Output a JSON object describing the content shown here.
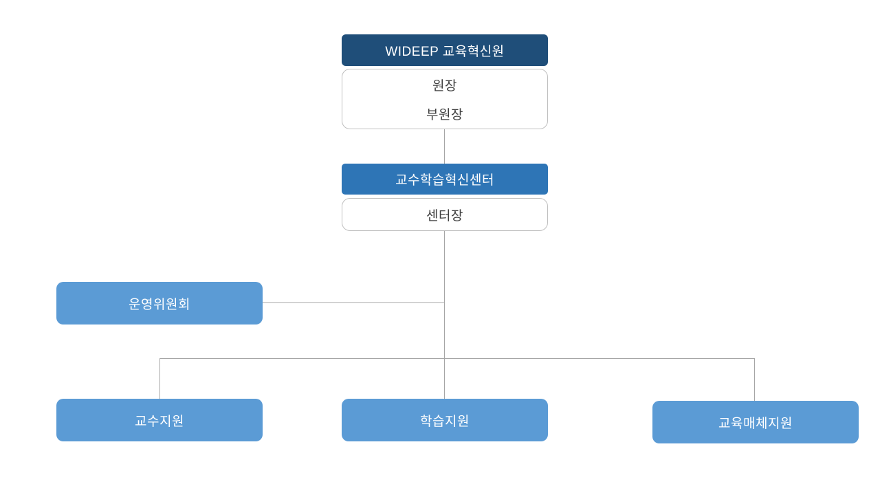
{
  "diagram": {
    "type": "org-chart",
    "colors": {
      "dark_blue": "#1f4e79",
      "medium_blue": "#2e75b6",
      "light_blue": "#5b9bd5",
      "box_border": "#bfbfbf",
      "connector": "#a6a6a6",
      "text_dark": "#404040",
      "text_light": "#ffffff"
    },
    "nodes": {
      "root": {
        "label": "WIDEEP 교육혁신원"
      },
      "root_detail": {
        "line1": "원장",
        "line2": "부원장"
      },
      "center": {
        "label": "교수학습혁신센터"
      },
      "center_detail": {
        "label": "센터장"
      },
      "committee": {
        "label": "운영위원회"
      },
      "dept_teaching": {
        "label": "교수지원"
      },
      "dept_learning": {
        "label": "학습지원"
      },
      "dept_media": {
        "label": "교육매체지원"
      }
    }
  }
}
